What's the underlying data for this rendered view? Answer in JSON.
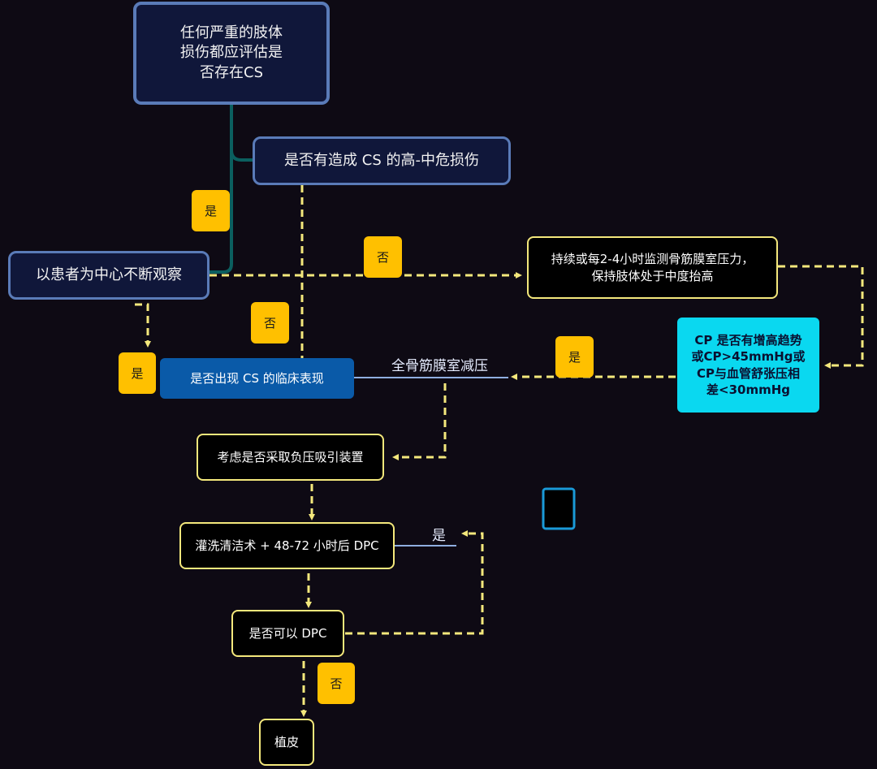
{
  "nodes": {
    "root": "任何严重的肢体\n损伤都应评估是\n否存在CS",
    "high_risk_injury": "是否有造成 CS 的高-中危损伤",
    "observe": "以患者为中心不断观察",
    "monitor": "持续或每2-4小时监测骨筋膜室压力，\n保持肢体处于中度抬高",
    "cp_trend": "CP 是否有增高趋势\n或CP>45mmHg或\nCP与血管舒张压相\n差<30mmHg",
    "clinical_signs": "是否出现 CS 的临床表现",
    "negative_pressure": "考虑是否采取负压吸引装置",
    "irrigation": "灌洗清洁术 + 48-72 小时后 DPC",
    "can_dpc": "是否可以 DPC",
    "skin_graft": "植皮"
  },
  "labels": {
    "fasciotomy": "全骨筋膜室减压",
    "yes_irrigation": "是"
  },
  "tags": {
    "yes_high_risk": "是",
    "no_high_risk_right": "否",
    "no_high_risk_down": "否",
    "yes_observe": "是",
    "yes_cp": "是",
    "no_dpc": "否"
  },
  "colors": {
    "background": "#0e0a14",
    "arrow": "#f4e87c",
    "tree_line": "#0b5f5f",
    "tag": "#ffc000",
    "cyan_box": "#0ad8f0",
    "blue_box": "#0a5aa8"
  }
}
